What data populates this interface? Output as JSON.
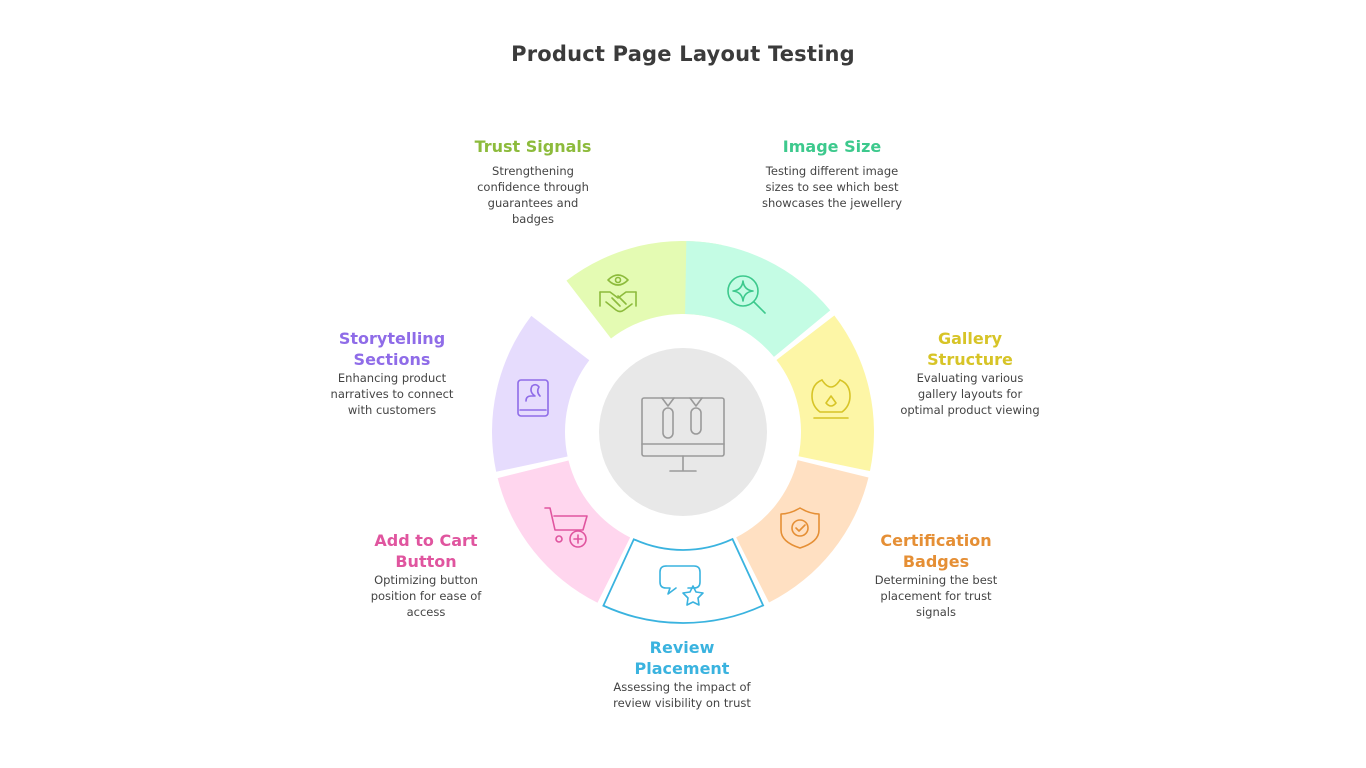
{
  "title": "Product Page Layout Testing",
  "segments": [
    {
      "name": "Trust Signals",
      "desc": "Strengthening confidence through guarantees and badges",
      "fill": "#e4fbb3",
      "text_color": "#8dbb3c",
      "icon": "handshake-eye-icon"
    },
    {
      "name": "Image Size",
      "desc": "Testing different image sizes to see which best showcases the jewellery",
      "fill": "#c4fce4",
      "text_color": "#3dc98d",
      "icon": "magnifier-sparkle-icon"
    },
    {
      "name": "Gallery Structure",
      "desc": "Evaluating various gallery layouts for optimal product viewing",
      "fill": "#fdf6a6",
      "text_color": "#d7c427",
      "icon": "necklace-display-icon"
    },
    {
      "name": "Certification Badges",
      "desc": "Determining the best placement for trust signals",
      "fill": "#ffe0c2",
      "text_color": "#e58f35",
      "icon": "shield-check-icon"
    },
    {
      "name": "Review Placement",
      "desc": "Assessing the impact of review visibility on trust",
      "fill": "#ffffff",
      "text_color": "#3ab3df",
      "icon": "review-chat-star-icon"
    },
    {
      "name": "Add to Cart Button",
      "desc": "Optimizing button position for ease of access",
      "fill": "#ffd6ee",
      "text_color": "#e0559f",
      "icon": "cart-plus-icon"
    },
    {
      "name": "Storytelling Sections",
      "desc": "Enhancing product narratives to connect with customers",
      "fill": "#e6dcfd",
      "text_color": "#8f6ce8",
      "icon": "storybook-icon"
    }
  ],
  "center_icon": "monitor-ab-test-icon"
}
